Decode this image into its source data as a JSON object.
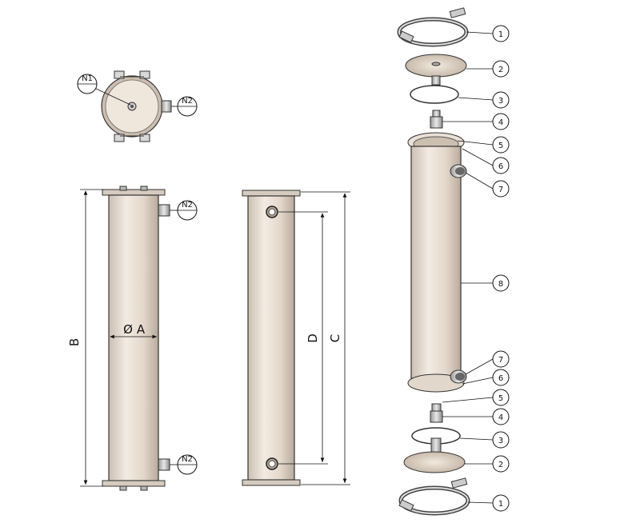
{
  "dimensions": {
    "a": "A",
    "b": "B",
    "c": "C",
    "d": "D",
    "diameter_symbol": "Ø"
  },
  "nozzles": {
    "n1": "N1",
    "n2": "N2"
  },
  "parts": [
    "1",
    "2",
    "3",
    "4",
    "5",
    "6",
    "7",
    "8"
  ],
  "colors": {
    "body": "#e8ddd2",
    "body_shade": "#c9bcae",
    "metal": "#b9b9b9",
    "line": "#222222"
  }
}
